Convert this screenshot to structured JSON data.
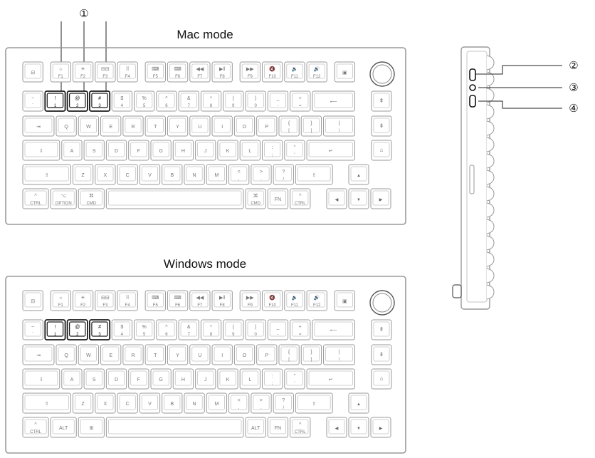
{
  "colors": {
    "line": "#9a9a9a",
    "hot": "#1a1a1a",
    "bg": "#ffffff",
    "key_fill": "#ffffff"
  },
  "callouts": [
    "①",
    "②",
    "③",
    "④"
  ],
  "keyboards": [
    {
      "title": "Mac mode",
      "rows": [
        [
          {
            "w": 1,
            "t": "⊟",
            "icon": "logo-icon"
          },
          {
            "gap": 0.25
          },
          {
            "w": 1,
            "t": "☼",
            "b": "F1"
          },
          {
            "w": 1,
            "t": "☀",
            "b": "F2"
          },
          {
            "w": 1,
            "t": "⊟⊟",
            "b": "F3"
          },
          {
            "w": 1,
            "t": "⠿",
            "b": "F4"
          },
          {
            "gap": 0.25
          },
          {
            "w": 1,
            "t": "⌨",
            "b": "F5"
          },
          {
            "w": 1,
            "t": "⌨",
            "b": "F6"
          },
          {
            "w": 1,
            "t": "◀◀",
            "b": "F7"
          },
          {
            "w": 1,
            "t": "▶‖",
            "b": "F8"
          },
          {
            "gap": 0.25
          },
          {
            "w": 1,
            "t": "▶▶",
            "b": "F9"
          },
          {
            "w": 1,
            "t": "🔇",
            "b": "F10"
          },
          {
            "w": 1,
            "t": "🔉",
            "b": "F11"
          },
          {
            "w": 1,
            "t": "🔊",
            "b": "F12"
          },
          {
            "gap": 0.25
          },
          {
            "w": 1,
            "t": "▣"
          }
        ],
        [
          {
            "w": 1,
            "t": "~",
            "b": "`"
          },
          {
            "w": 1,
            "t": "!",
            "b": "1",
            "hl": 1
          },
          {
            "w": 1,
            "t": "@",
            "b": "2",
            "hl": 1
          },
          {
            "w": 1,
            "t": "#",
            "b": "3",
            "hl": 1
          },
          {
            "w": 1,
            "t": "$",
            "b": "4"
          },
          {
            "w": 1,
            "t": "%",
            "b": "5"
          },
          {
            "w": 1,
            "t": "^",
            "b": "6"
          },
          {
            "w": 1,
            "t": "&",
            "b": "7"
          },
          {
            "w": 1,
            "t": "*",
            "b": "8"
          },
          {
            "w": 1,
            "t": "(",
            "b": "9"
          },
          {
            "w": 1,
            "t": ")",
            "b": "0"
          },
          {
            "w": 1,
            "t": "_",
            "b": "-"
          },
          {
            "w": 1,
            "t": "+",
            "b": "="
          },
          {
            "w": 2,
            "t": "⟵"
          }
        ],
        [
          {
            "w": 1.5,
            "t": "⇥"
          },
          {
            "w": 1,
            "t": "Q"
          },
          {
            "w": 1,
            "t": "W"
          },
          {
            "w": 1,
            "t": "E"
          },
          {
            "w": 1,
            "t": "R"
          },
          {
            "w": 1,
            "t": "T"
          },
          {
            "w": 1,
            "t": "Y"
          },
          {
            "w": 1,
            "t": "U"
          },
          {
            "w": 1,
            "t": "I"
          },
          {
            "w": 1,
            "t": "O"
          },
          {
            "w": 1,
            "t": "P"
          },
          {
            "w": 1,
            "t": "{",
            "b": "["
          },
          {
            "w": 1,
            "t": "}",
            "b": "]"
          },
          {
            "w": 1.5,
            "t": "|",
            "b": "\\"
          }
        ],
        [
          {
            "w": 1.75,
            "t": "⇩"
          },
          {
            "w": 1,
            "t": "A"
          },
          {
            "w": 1,
            "t": "S"
          },
          {
            "w": 1,
            "t": "D"
          },
          {
            "w": 1,
            "t": "F"
          },
          {
            "w": 1,
            "t": "G"
          },
          {
            "w": 1,
            "t": "H"
          },
          {
            "w": 1,
            "t": "J"
          },
          {
            "w": 1,
            "t": "K"
          },
          {
            "w": 1,
            "t": "L"
          },
          {
            "w": 1,
            "t": ":",
            "b": ";"
          },
          {
            "w": 1,
            "t": "\"",
            "b": "'"
          },
          {
            "w": 2.25,
            "t": "↵"
          }
        ],
        [
          {
            "w": 2.25,
            "t": "⇧"
          },
          {
            "w": 1,
            "t": "Z"
          },
          {
            "w": 1,
            "t": "X"
          },
          {
            "w": 1,
            "t": "C"
          },
          {
            "w": 1,
            "t": "V"
          },
          {
            "w": 1,
            "t": "B"
          },
          {
            "w": 1,
            "t": "N"
          },
          {
            "w": 1,
            "t": "M"
          },
          {
            "w": 1,
            "t": "<",
            "b": ","
          },
          {
            "w": 1,
            "t": ">",
            "b": "."
          },
          {
            "w": 1,
            "t": "?",
            "b": "/"
          },
          {
            "w": 1.75,
            "t": "⇧"
          }
        ],
        [
          {
            "w": 1.25,
            "t": "^",
            "b": "CTRL"
          },
          {
            "w": 1.25,
            "t": "⌥",
            "b": "OPTION"
          },
          {
            "w": 1.25,
            "t": "⌘",
            "b": "CMD"
          },
          {
            "w": 6.25,
            "t": ""
          },
          {
            "w": 1,
            "t": "⌘",
            "b": "CMD"
          },
          {
            "w": 1,
            "t": "FN"
          },
          {
            "w": 1,
            "t": "^",
            "b": "CTRL"
          }
        ]
      ],
      "side": [
        "⇞",
        "⇟",
        "⌂"
      ]
    },
    {
      "title": "Windows mode",
      "rows": [
        [
          {
            "w": 1,
            "t": "⊟",
            "icon": "logo-icon"
          },
          {
            "gap": 0.25
          },
          {
            "w": 1,
            "t": "☼",
            "b": "F1"
          },
          {
            "w": 1,
            "t": "☀",
            "b": "F2"
          },
          {
            "w": 1,
            "t": "⊟⊟",
            "b": "F3"
          },
          {
            "w": 1,
            "t": "⠿",
            "b": "F4"
          },
          {
            "gap": 0.25
          },
          {
            "w": 1,
            "t": "⌨",
            "b": "F5"
          },
          {
            "w": 1,
            "t": "⌨",
            "b": "F6"
          },
          {
            "w": 1,
            "t": "◀◀",
            "b": "F7"
          },
          {
            "w": 1,
            "t": "▶‖",
            "b": "F8"
          },
          {
            "gap": 0.25
          },
          {
            "w": 1,
            "t": "▶▶",
            "b": "F9"
          },
          {
            "w": 1,
            "t": "🔇",
            "b": "F10"
          },
          {
            "w": 1,
            "t": "🔉",
            "b": "F11"
          },
          {
            "w": 1,
            "t": "🔊",
            "b": "F12"
          },
          {
            "gap": 0.25
          },
          {
            "w": 1,
            "t": "▣"
          }
        ],
        [
          {
            "w": 1,
            "t": "~",
            "b": "`"
          },
          {
            "w": 1,
            "t": "!",
            "b": "1",
            "hl": 1
          },
          {
            "w": 1,
            "t": "@",
            "b": "2",
            "hl": 1
          },
          {
            "w": 1,
            "t": "#",
            "b": "3",
            "hl": 1
          },
          {
            "w": 1,
            "t": "$",
            "b": "4"
          },
          {
            "w": 1,
            "t": "%",
            "b": "5"
          },
          {
            "w": 1,
            "t": "^",
            "b": "6"
          },
          {
            "w": 1,
            "t": "&",
            "b": "7"
          },
          {
            "w": 1,
            "t": "*",
            "b": "8"
          },
          {
            "w": 1,
            "t": "(",
            "b": "9"
          },
          {
            "w": 1,
            "t": ")",
            "b": "0"
          },
          {
            "w": 1,
            "t": "_",
            "b": "-"
          },
          {
            "w": 1,
            "t": "+",
            "b": "="
          },
          {
            "w": 2,
            "t": "⟵"
          }
        ],
        [
          {
            "w": 1.5,
            "t": "⇥"
          },
          {
            "w": 1,
            "t": "Q"
          },
          {
            "w": 1,
            "t": "W"
          },
          {
            "w": 1,
            "t": "E"
          },
          {
            "w": 1,
            "t": "R"
          },
          {
            "w": 1,
            "t": "T"
          },
          {
            "w": 1,
            "t": "Y"
          },
          {
            "w": 1,
            "t": "U"
          },
          {
            "w": 1,
            "t": "I"
          },
          {
            "w": 1,
            "t": "O"
          },
          {
            "w": 1,
            "t": "P"
          },
          {
            "w": 1,
            "t": "{",
            "b": "["
          },
          {
            "w": 1,
            "t": "}",
            "b": "]"
          },
          {
            "w": 1.5,
            "t": "|",
            "b": "\\"
          }
        ],
        [
          {
            "w": 1.75,
            "t": "⇩"
          },
          {
            "w": 1,
            "t": "A"
          },
          {
            "w": 1,
            "t": "S"
          },
          {
            "w": 1,
            "t": "D"
          },
          {
            "w": 1,
            "t": "F"
          },
          {
            "w": 1,
            "t": "G"
          },
          {
            "w": 1,
            "t": "H"
          },
          {
            "w": 1,
            "t": "J"
          },
          {
            "w": 1,
            "t": "K"
          },
          {
            "w": 1,
            "t": "L"
          },
          {
            "w": 1,
            "t": ":",
            "b": ";"
          },
          {
            "w": 1,
            "t": "\"",
            "b": "'"
          },
          {
            "w": 2.25,
            "t": "↵"
          }
        ],
        [
          {
            "w": 2.25,
            "t": "⇧"
          },
          {
            "w": 1,
            "t": "Z"
          },
          {
            "w": 1,
            "t": "X"
          },
          {
            "w": 1,
            "t": "C"
          },
          {
            "w": 1,
            "t": "V"
          },
          {
            "w": 1,
            "t": "B"
          },
          {
            "w": 1,
            "t": "N"
          },
          {
            "w": 1,
            "t": "M"
          },
          {
            "w": 1,
            "t": "<",
            "b": ","
          },
          {
            "w": 1,
            "t": ">",
            "b": "."
          },
          {
            "w": 1,
            "t": "?",
            "b": "/"
          },
          {
            "w": 1.75,
            "t": "⇧"
          }
        ],
        [
          {
            "w": 1.25,
            "t": "^",
            "b": "CTRL"
          },
          {
            "w": 1.25,
            "t": "ALT"
          },
          {
            "w": 1.25,
            "t": "⊞"
          },
          {
            "w": 6.25,
            "t": ""
          },
          {
            "w": 1,
            "t": "ALT"
          },
          {
            "w": 1,
            "t": "FN"
          },
          {
            "w": 1,
            "t": "^",
            "b": "CTRL"
          }
        ]
      ],
      "side": [
        "⇞",
        "⇟",
        "⌂"
      ]
    }
  ]
}
